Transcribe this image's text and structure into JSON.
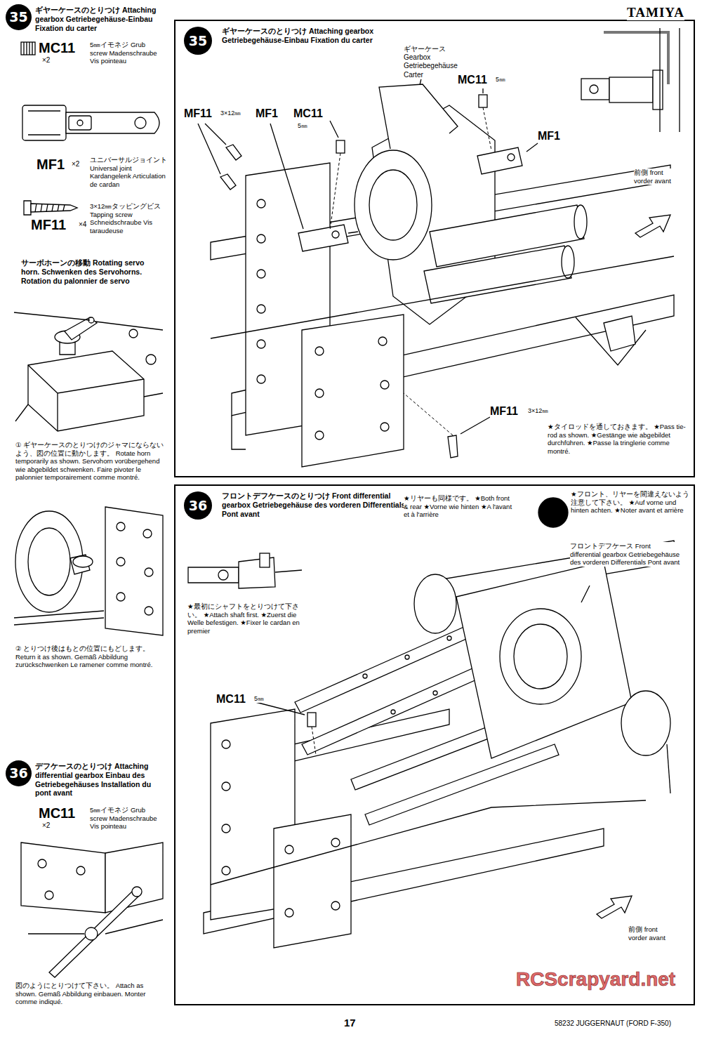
{
  "diagram": {
    "nodes": [
      {
        "text": [
          "35"
        ]
      },
      {
        "text": [
          "ギヤーケースのとりつけ Attaching gearbox Getriebegehäuse-Einbau Fixation du carter"
        ]
      },
      {
        "text": [
          "35"
        ],
        "in": 1
      },
      {
        "text": [
          "36"
        ]
      },
      {
        "text": [
          "フロントデフケースのとりつけ Front differential gearbox Getriebegehäuse des vorderen Differentials Pont avant"
        ]
      },
      {
        "text": [
          "36"
        ],
        "in": 4
      }
    ],
    "labels": [
      "TAMIYA",
      "ギヤーケースのとりつけ Attaching gearbox Getriebegehäuse-Einbau Fixation du carter",
      "MC11",
      "×2",
      "5㎜イモネジ Grub screw Madenschraube Vis pointeau",
      "MF1",
      "×2",
      "ユニバーサルジョイント Universal joint Kardangelenk Articulation de cardan",
      "MF11",
      "×4",
      "3×12㎜タッピングビス Tapping screw Schneidschraube Vis taraudeuse",
      "サーボホーンの移動 Rotating servo horn. Schwenken des Servohorns. Rotation du palonnier de servo",
      "① ギヤーケースのとりつけのジャマにならないよう、図の位置に動かします。 Rotate horn temporarily as shown. Servohorn vorübergehend wie abgebildet schwenken. Faire pivoter le palonnier temporairement comme montré.",
      "② とりつけ後はもとの位置にもどします。 Return it as shown. Gemäß Abbildung zurückschwenken Le ramener comme montré.",
      "デフケースのとりつけ Attaching differential gearbox Einbau des Getriebegehäuses Installation du pont avant",
      "MC11",
      "×2",
      "5㎜イモネジ Grub screw Madenschraube Vis pointeau",
      "図のようにとりつけて下さい。 Attach as shown. Gemäß Abbildung einbauen. Monter comme indiqué.",
      "ギヤーケース Gearbox Getriebegehäuse Carter",
      "MC11",
      "5㎜",
      "MF1",
      "MF11",
      "3×12㎜",
      "MF1",
      "MC11",
      "5㎜",
      "前側 front vorder avant",
      "MF11",
      "3×12㎜",
      "★タイロッドを通しておきます。 ★Pass tie-rod as shown. ★Gestänge wie abgebildet durchführen. ★Passe la tringlerie comme montré.",
      "★リヤーも同様です。 ★Both front & rear ★Vorne wie hinten ★A l'avant et à l'arrière",
      "★フロント、リヤーを間違えないよう注意して下さい。 ★Auf vorne und hinten achten. ★Noter avant et arrière",
      "フロントデフケース Front differential gearbox Getriebegehäuse des vorderen Differentials Pont avant",
      "★最初にシャフトをとりつけて下さい。 ★Attach shaft first. ★Zuerst die Welle befestigen. ★Fixer le cardan en premier",
      "MC11",
      "5㎜",
      "前側 front vorder avant",
      "17",
      "58232 JUGGERNAUT (FORD F-350)",
      "RCScrapyard.net"
    ]
  }
}
